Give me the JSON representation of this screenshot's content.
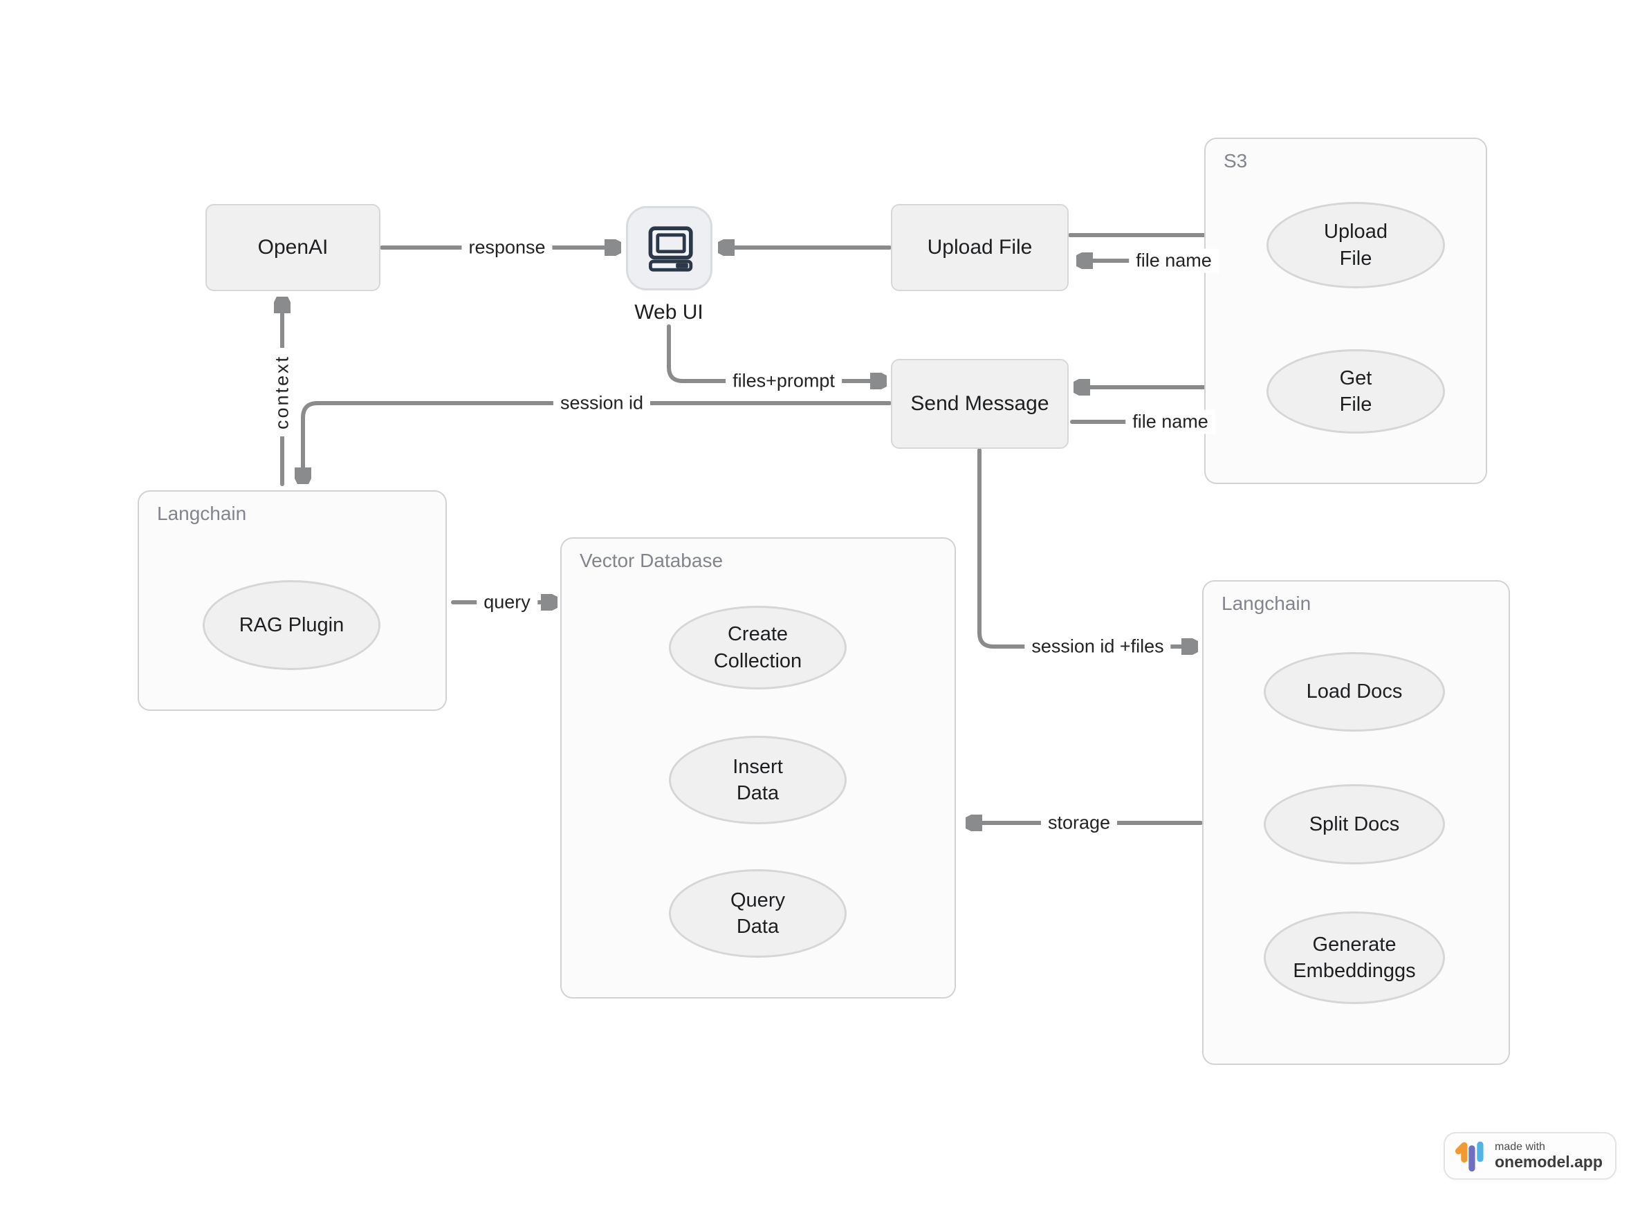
{
  "nodes": {
    "openai": {
      "label": "OpenAI"
    },
    "web_ui": {
      "label": "Web UI",
      "icon": "computer-icon"
    },
    "upload_file": {
      "label": "Upload File"
    },
    "send_message": {
      "label": "Send Message"
    }
  },
  "containers": {
    "s3": {
      "title": "S3"
    },
    "langchain_left": {
      "title": "Langchain"
    },
    "vector_database": {
      "title": "Vector Database"
    },
    "langchain_right": {
      "title": "Langchain"
    }
  },
  "ellipses": {
    "s3_upload_file": {
      "line1": "Upload",
      "line2": "File"
    },
    "s3_get_file": {
      "line1": "Get",
      "line2": "File"
    },
    "rag_plugin": {
      "line1": "RAG Plugin",
      "line2": ""
    },
    "create_collection": {
      "line1": "Create",
      "line2": "Collection"
    },
    "insert_data": {
      "line1": "Insert",
      "line2": "Data"
    },
    "query_data": {
      "line1": "Query",
      "line2": "Data"
    },
    "load_docs": {
      "line1": "Load Docs",
      "line2": ""
    },
    "split_docs": {
      "line1": "Split Docs",
      "line2": ""
    },
    "generate_embeddings": {
      "line1": "Generate",
      "line2": "Embeddinggs"
    }
  },
  "edges": {
    "response": {
      "label": "response"
    },
    "file_name_upload": {
      "label": "file name"
    },
    "file_name_get": {
      "label": "file name"
    },
    "files_prompt": {
      "label": "files+prompt"
    },
    "session_id": {
      "label": "session id"
    },
    "context": {
      "label": "context"
    },
    "session_id_files": {
      "label": "session id +files"
    },
    "storage": {
      "label": "storage"
    },
    "query": {
      "label": "query"
    }
  },
  "badge": {
    "made_with": "made with",
    "brand": "onemodel.app"
  },
  "colors": {
    "canvas_bg": "#ffffff",
    "node_fill": "#f0f0f1",
    "node_border": "#d7d7d9",
    "node_text": "#1d1e20",
    "container_fill": "#fbfbfc",
    "container_border": "#d2d2d5",
    "container_title": "#82858c",
    "ellipse_border": "#d6d6d8",
    "arrow": "#8a8b8d",
    "edge_label_text": "#232323",
    "icon_glyph": "#2c3848",
    "icon_tile_bg": "#edeff2",
    "logo_orange": "#F09A33",
    "logo_purple": "#6F6FC2",
    "logo_blue": "#4FB5E8"
  }
}
